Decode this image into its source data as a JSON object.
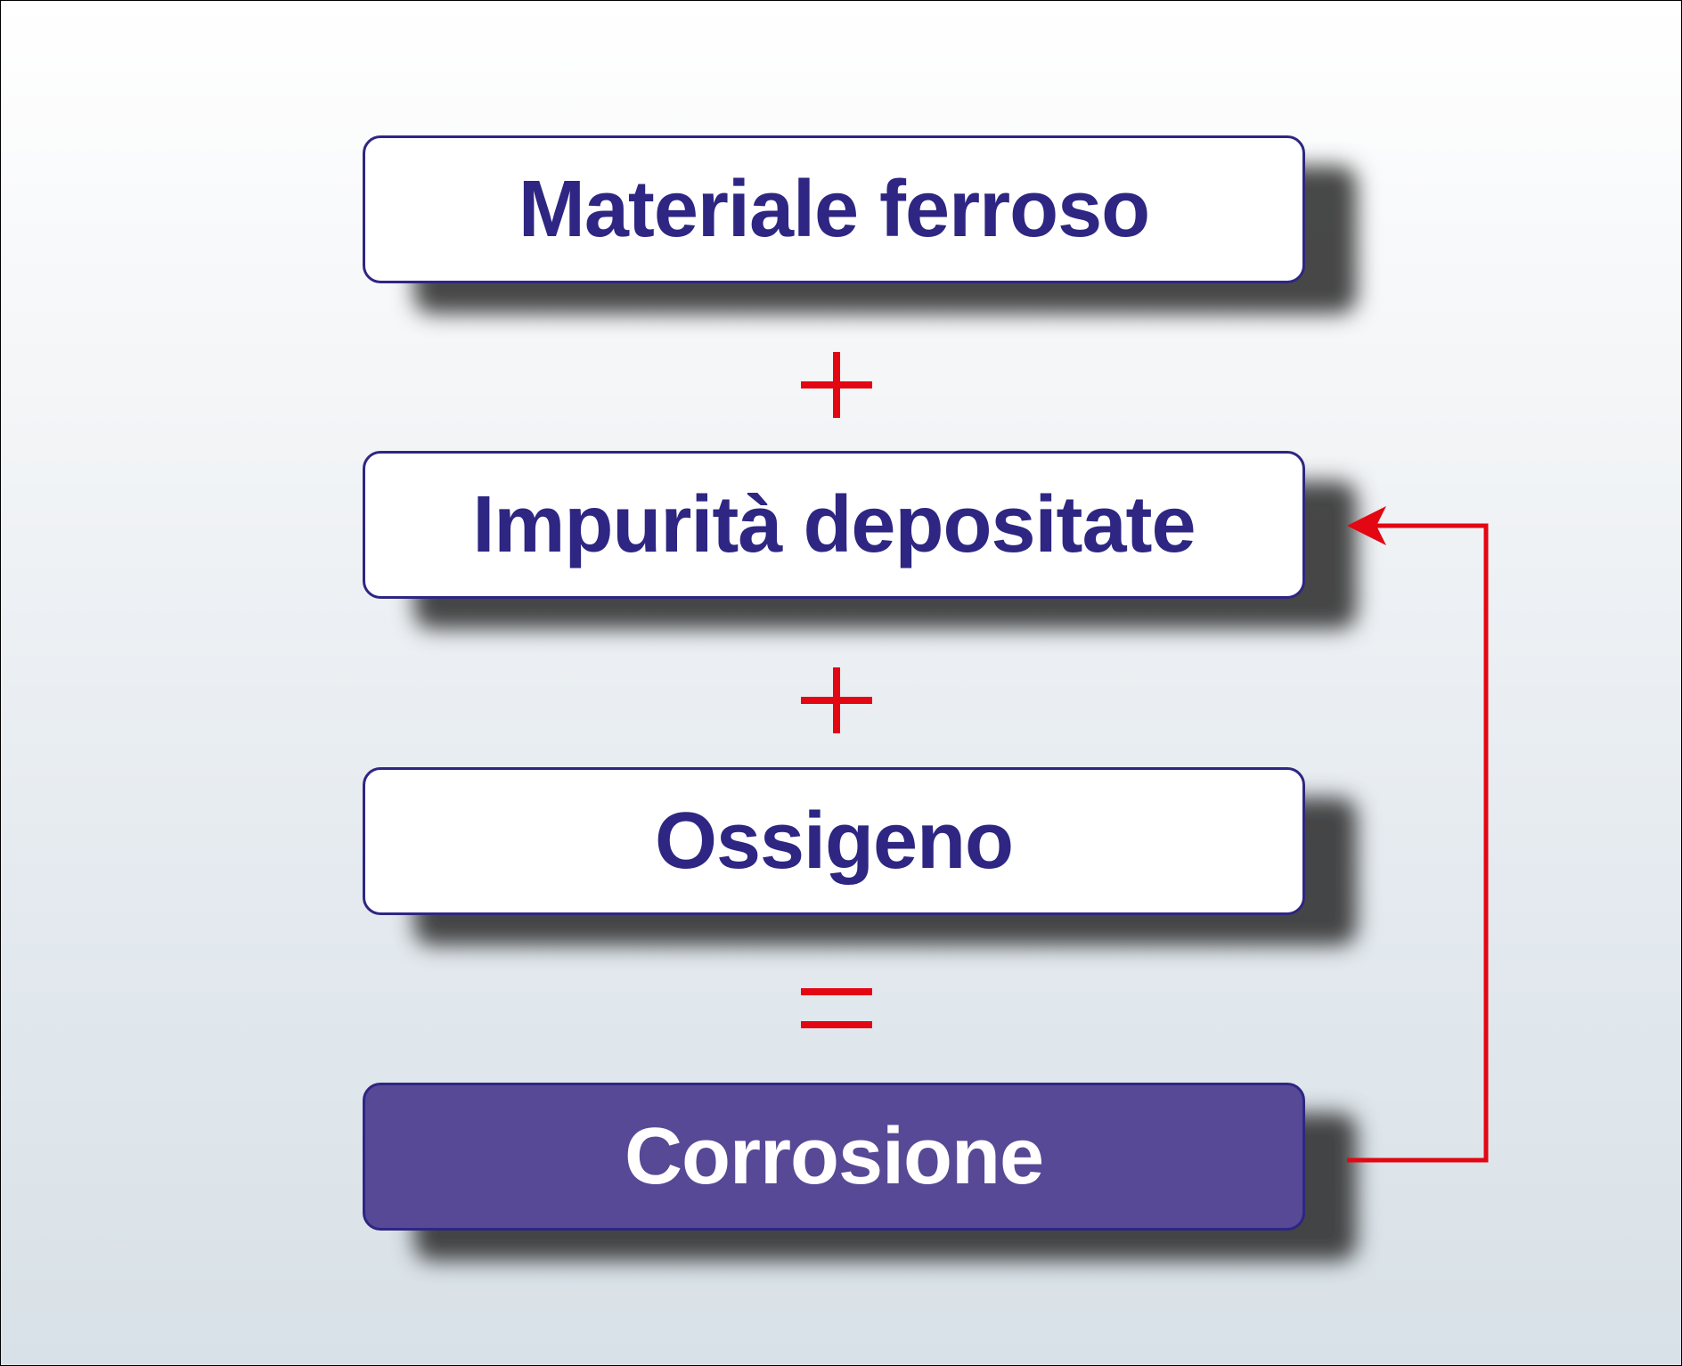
{
  "diagram": {
    "colors": {
      "box_border": "#2e2682",
      "box_text": "#2e2682",
      "result_fill": "#574996",
      "result_text": "#ffffff",
      "operator": "#e30613",
      "arrow": "#e30613"
    },
    "boxes": [
      {
        "id": "materiale",
        "label": "Materiale ferroso"
      },
      {
        "id": "impurita",
        "label": "Impurità depositate"
      },
      {
        "id": "ossigeno",
        "label": "Ossigeno"
      },
      {
        "id": "corrosione",
        "label": "Corrosione"
      }
    ],
    "operators": [
      "+",
      "+",
      "="
    ],
    "feedback_arrow": {
      "from": "Corrosione",
      "to": "Impurità depositate"
    }
  }
}
